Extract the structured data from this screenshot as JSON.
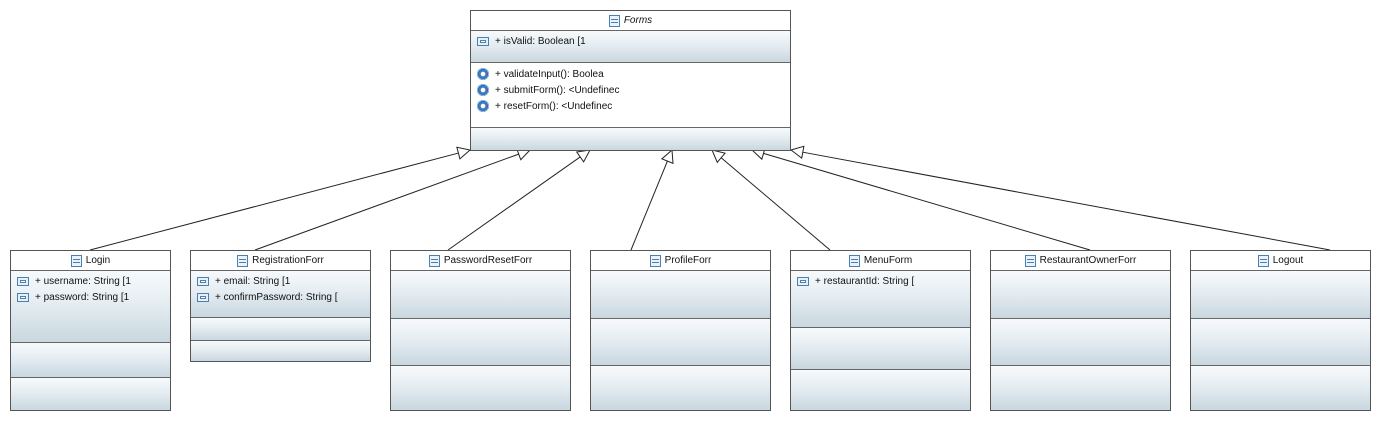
{
  "diagram": {
    "colors": {
      "border": "#555555",
      "gradient_bottom": "#c9d7df",
      "icon_blue": "#4a7fae"
    },
    "parent": {
      "name": "Forms",
      "abstract": true,
      "attributes": [
        "+ isValid: Boolean [1"
      ],
      "operations": [
        "+ validateInput(): Boolea",
        "+ submitForm(): <Undefinec",
        "+ resetForm(): <Undefinec"
      ]
    },
    "children": [
      {
        "name": "Login",
        "attributes": [
          "+ username: String [1",
          "+ password: String [1"
        ]
      },
      {
        "name": "RegistrationForr",
        "attributes": [
          "+ email: String [1",
          "+ confirmPassword: String ["
        ]
      },
      {
        "name": "PasswordResetForr",
        "attributes": []
      },
      {
        "name": "ProfileForr",
        "attributes": []
      },
      {
        "name": "MenuForm",
        "attributes": [
          "+ restaurantId: String ["
        ]
      },
      {
        "name": "RestaurantOwnerForr",
        "attributes": []
      },
      {
        "name": "Logout",
        "attributes": []
      }
    ]
  }
}
